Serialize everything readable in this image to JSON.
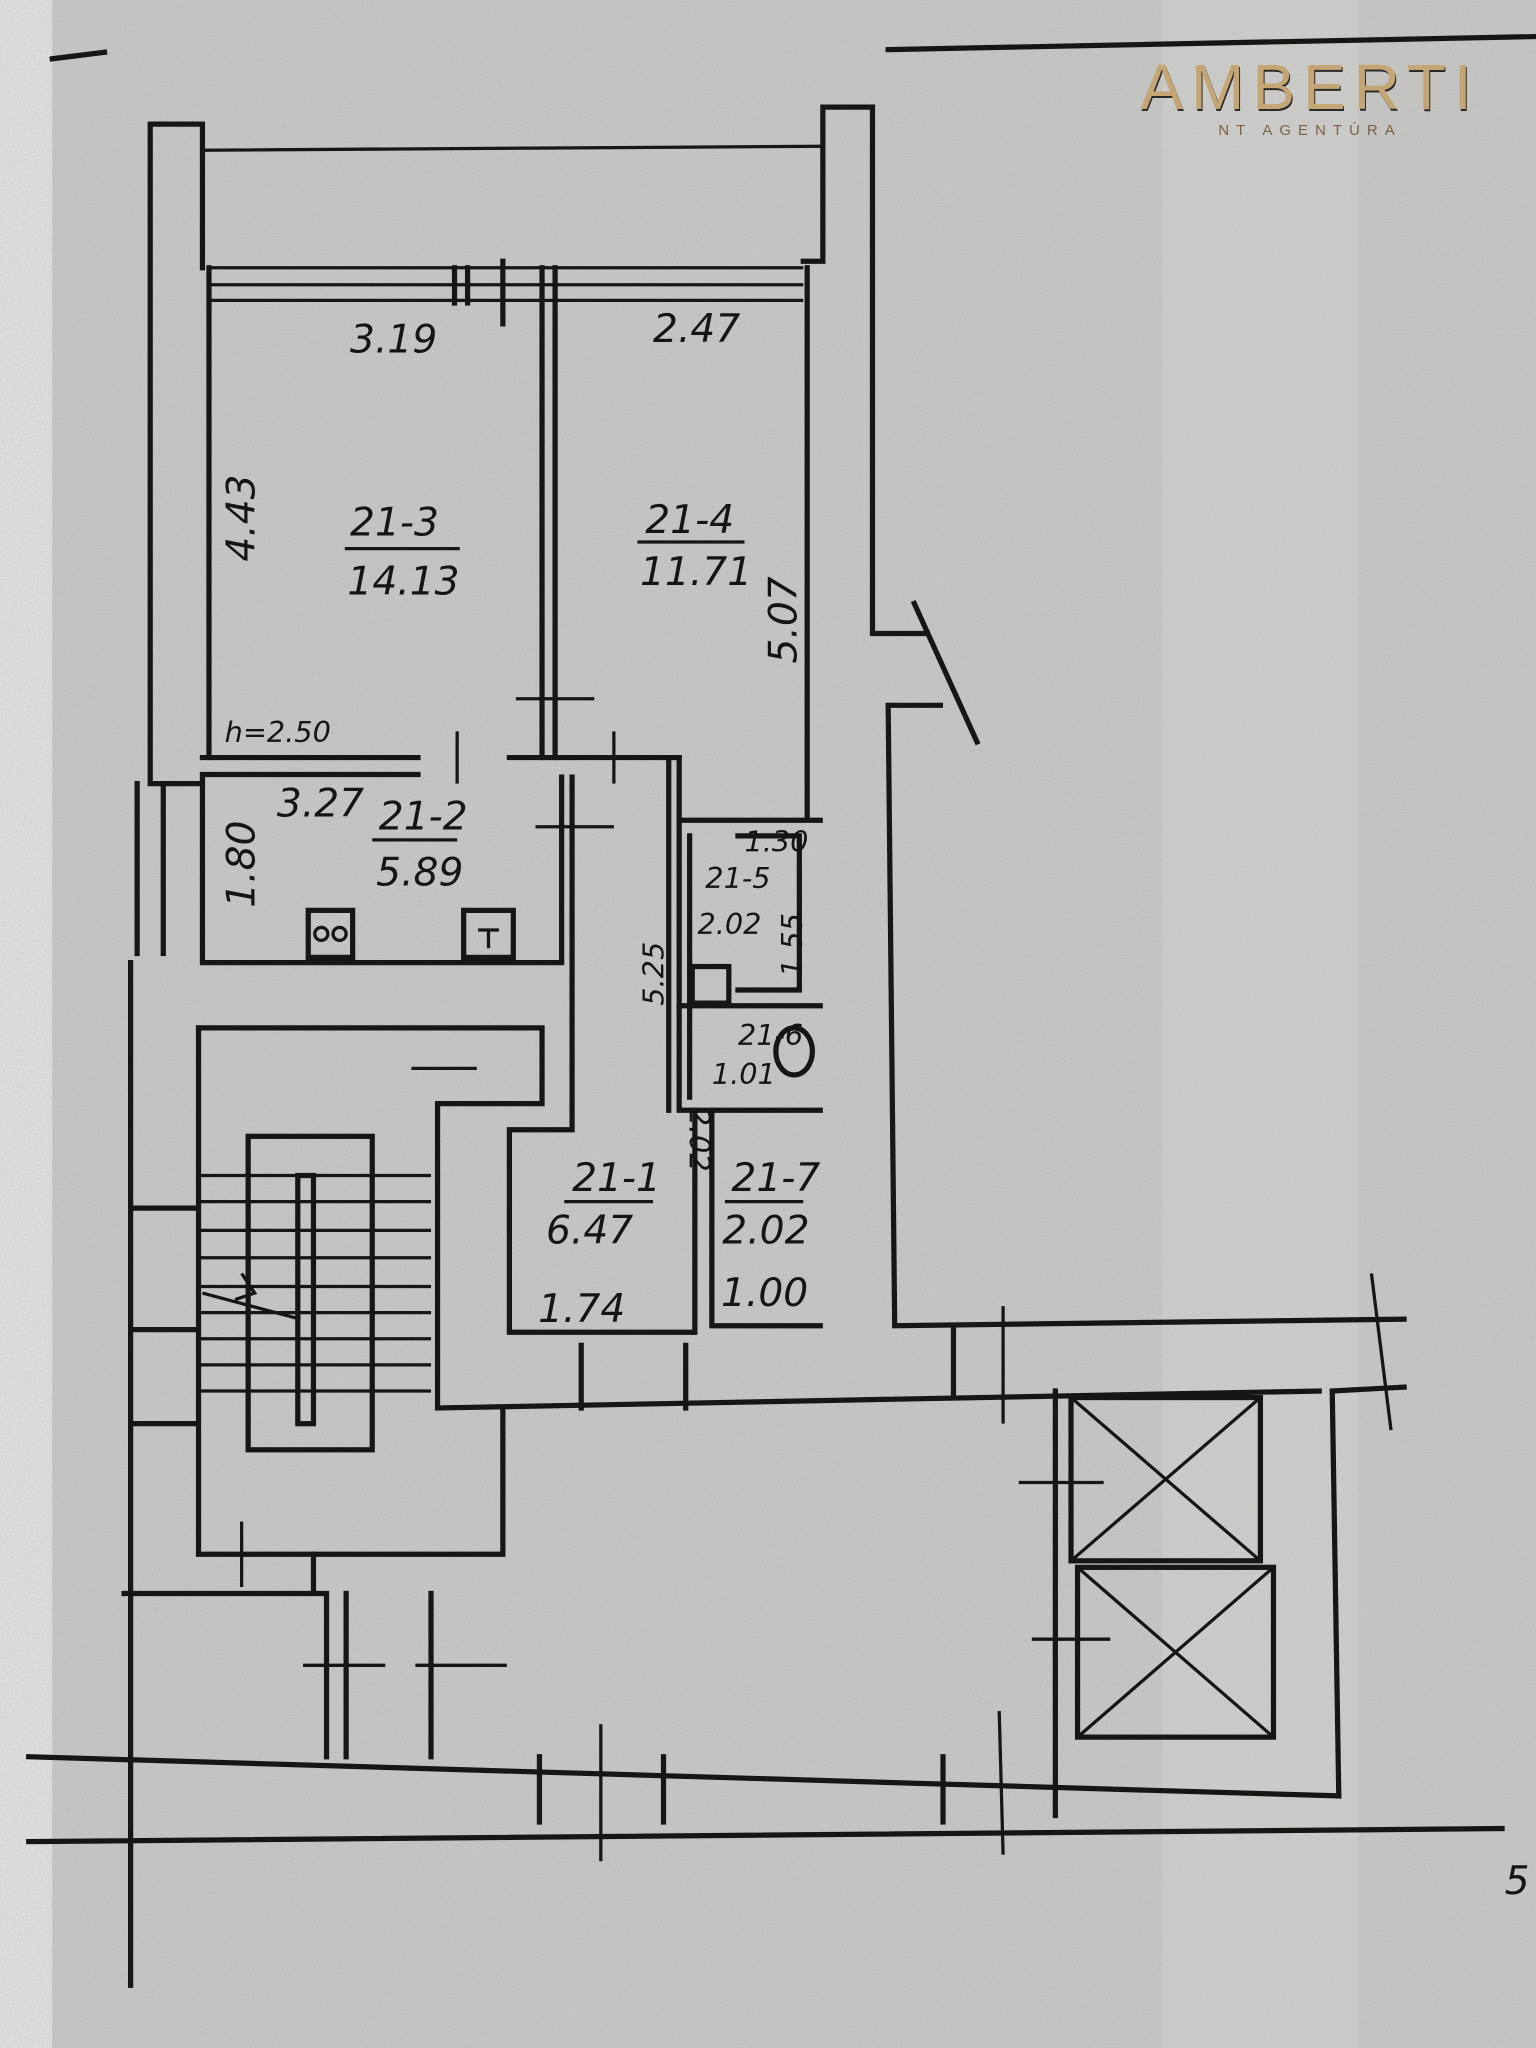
{
  "logo": {
    "brand": "AMBERTI",
    "tagline": "NT AGENTÚRA",
    "color": "#c4a574"
  },
  "plan": {
    "ceiling_height": "h=2.50",
    "rooms": [
      {
        "id": "21-3",
        "area": "14.13"
      },
      {
        "id": "21-4",
        "area": "11.71"
      },
      {
        "id": "21-2",
        "area": "5.89"
      },
      {
        "id": "21-5",
        "area": "2.02"
      },
      {
        "id": "21-6",
        "area": "1.01"
      },
      {
        "id": "21-1",
        "area": "6.47"
      },
      {
        "id": "21-7",
        "area": "2.02"
      }
    ],
    "dimensions": {
      "room3_width": "3.19",
      "room4_width": "2.47",
      "room3_length": "4.43",
      "room4_length": "5.07",
      "kitchen_width": "3.27",
      "kitchen_depth": "1.80",
      "bath_width": "1.30",
      "bath_length": "1.55",
      "hall_length": "5.25",
      "closet_side": "2.02",
      "hall_width": "1.74",
      "closet_width": "1.00"
    },
    "corner_mark": "5"
  }
}
